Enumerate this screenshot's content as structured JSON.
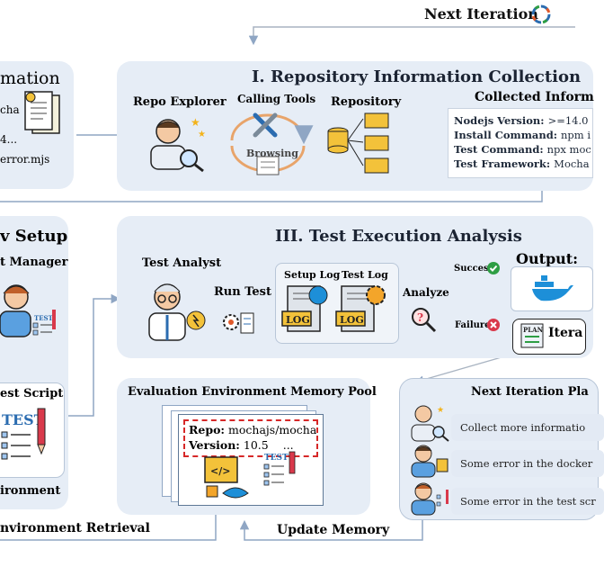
{
  "header": {
    "next_iteration": "Next Iteration"
  },
  "left_top_panel": {
    "title_fragment": "mation",
    "lines": [
      "cha",
      "4...",
      "error.mjs"
    ]
  },
  "repo_collection": {
    "title": "I. Repository Information Collection",
    "repo_explorer": "Repo Explorer",
    "calling_tools": "Calling Tools",
    "browsing": "Browsing",
    "repository": "Repository",
    "collected_title": "Collected Inform",
    "fields": [
      {
        "key": "Nodejs Version:",
        "value": ">=14.0"
      },
      {
        "key": "Install Command:",
        "value": "npm i"
      },
      {
        "key": "Test Command:",
        "value": "npx moc"
      },
      {
        "key": "Test Framework:",
        "value": "Mocha"
      }
    ]
  },
  "env_setup": {
    "title_fragment": "v Setup",
    "manager": "t Manager",
    "test_script": "est Script",
    "footer": "ironment",
    "test_badge": "TEST"
  },
  "test_analysis": {
    "title": "III. Test Execution Analysis",
    "test_analyst": "Test Analyst",
    "run_test": "Run Test",
    "setup_log": "Setup Log",
    "test_log": "Test Log",
    "log_badge": "LOG",
    "analyze": "Analyze",
    "success": "Success",
    "failure": "Failure",
    "output": "Output:",
    "iteration_fragment": "Itera",
    "plan_badge": "PLAN"
  },
  "memory_pool": {
    "title": "Evaluation Environment Memory Pool",
    "repo_label": "Repo:",
    "repo_value": "mochajs/mocha",
    "version_label": "Version:",
    "version_value": "10.5",
    "ellipsis": "...",
    "test_badge": "TEST"
  },
  "next_plan": {
    "title": "Next Iteration Pla",
    "items": [
      "Collect more informatio",
      "Some error in the docker",
      "Some error in the test scr"
    ]
  },
  "bottom": {
    "retrieval": "nvironment Retrieval",
    "update_memory": "Update Memory"
  },
  "colors": {
    "panel": "#e6edf6",
    "arrow": "#8fa6c4",
    "dashed_red": "#d62828",
    "success_green": "#2e9e44",
    "failure_red": "#d9394b",
    "docker_blue": "#1d8fd8"
  }
}
